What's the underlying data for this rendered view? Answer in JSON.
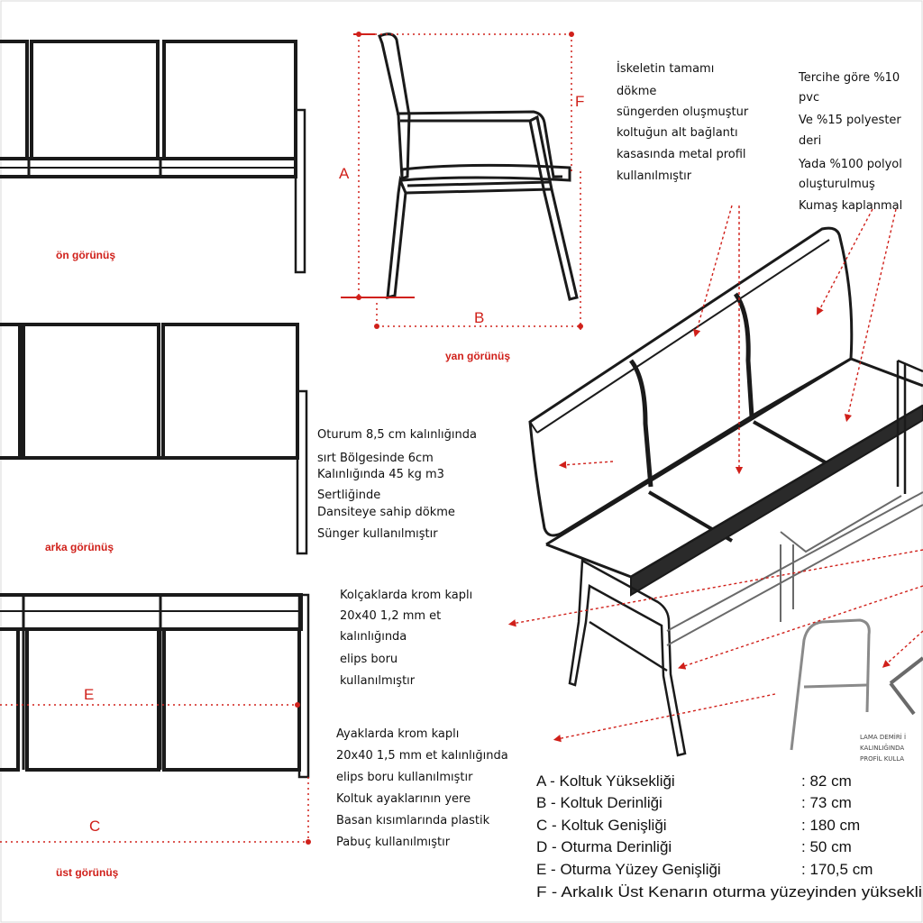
{
  "views": {
    "front": "ön görünüş",
    "back": "arka görünüş",
    "top": "üst görünüş",
    "side": "yan görünüş"
  },
  "dimension_letters": {
    "a": "A",
    "b": "B",
    "c": "C",
    "e": "E",
    "f": "F"
  },
  "notes": {
    "skeleton": [
      "İskeletin tamamı",
      "dökme",
      " süngerden oluşmuştur",
      "koltuğun alt bağlantı",
      "kasasında metal profil",
      "kullanılmıştır"
    ],
    "fabric": [
      "Tercihe göre %10",
      "pvc",
      "Ve %15 polyester",
      "deri",
      "Yada %100 polyol",
      "oluşturulmuş",
      "Kumaş kaplanmal"
    ],
    "foam": [
      "Oturum 8,5 cm  kalınlığında",
      "sırt  Bölgesinde 6cm",
      "Kalınlığında 45 kg m3",
      "Sertliğinde",
      " Dansiteye sahip dökme",
      " Sünger kullanılmıştır"
    ],
    "armrest": [
      "Kolçaklarda krom kaplı",
      "20x40 1,2 mm et",
      "kalınlığında",
      "elips boru",
      "kullanılmıştır"
    ],
    "legs": [
      "Ayaklarda  krom kaplı",
      "20x40 1,5 mm et kalınlığında",
      "elips boru kullanılmıştır",
      "Koltuk ayaklarının yere",
      "Basan kısımlarında plastik",
      "Pabuç kullanılmıştır"
    ],
    "detail": [
      "LAMA DEMİRİ İ",
      "KALINLIĞINDA",
      "PROFİL KULLA"
    ]
  },
  "specs": [
    {
      "label": "A - Koltuk Yüksekliği",
      "value": ": 82 cm"
    },
    {
      "label": "B - Koltuk Derinliği",
      "value": ": 73 cm"
    },
    {
      "label": "C - Koltuk Genişliği",
      "value": ": 180 cm"
    },
    {
      "label": "D - Oturma Derinliği",
      "value": ": 50 cm"
    },
    {
      "label": "E - Oturma Yüzey Genişliği",
      "value": ": 170,5 cm"
    },
    {
      "label": "F - Arkalık Üst Kenarın oturma yüzeyinden yüksekli",
      "value": ""
    }
  ],
  "colors": {
    "line": "#1a1a1a",
    "accent": "#d0201a",
    "chrome": "#8a8a8a"
  }
}
